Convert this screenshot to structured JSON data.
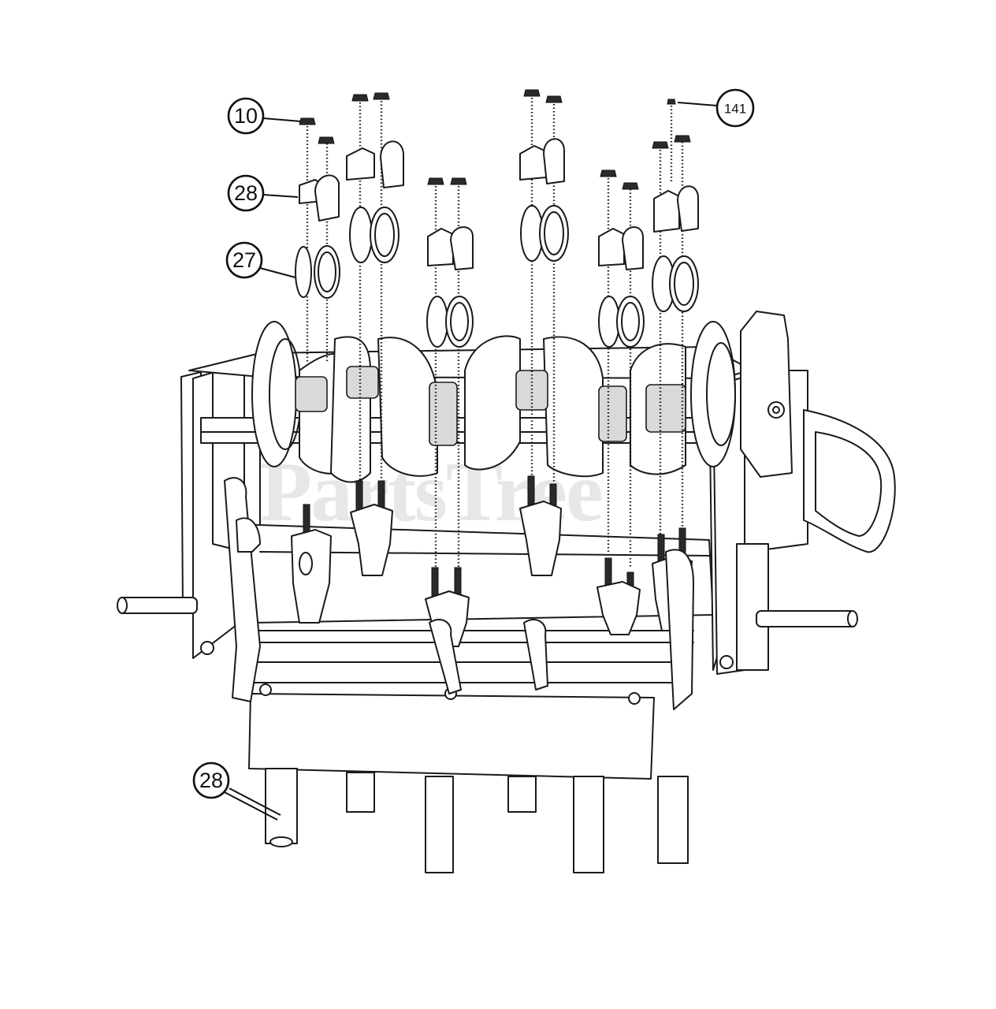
{
  "watermark": {
    "text": "PartsTree",
    "trademark": "™"
  },
  "callouts": [
    {
      "id": "callout-10",
      "label": "10"
    },
    {
      "id": "callout-28-top",
      "label": "28"
    },
    {
      "id": "callout-27",
      "label": "27"
    },
    {
      "id": "callout-141",
      "label": "141"
    },
    {
      "id": "callout-28-bottom",
      "label": "28"
    }
  ]
}
